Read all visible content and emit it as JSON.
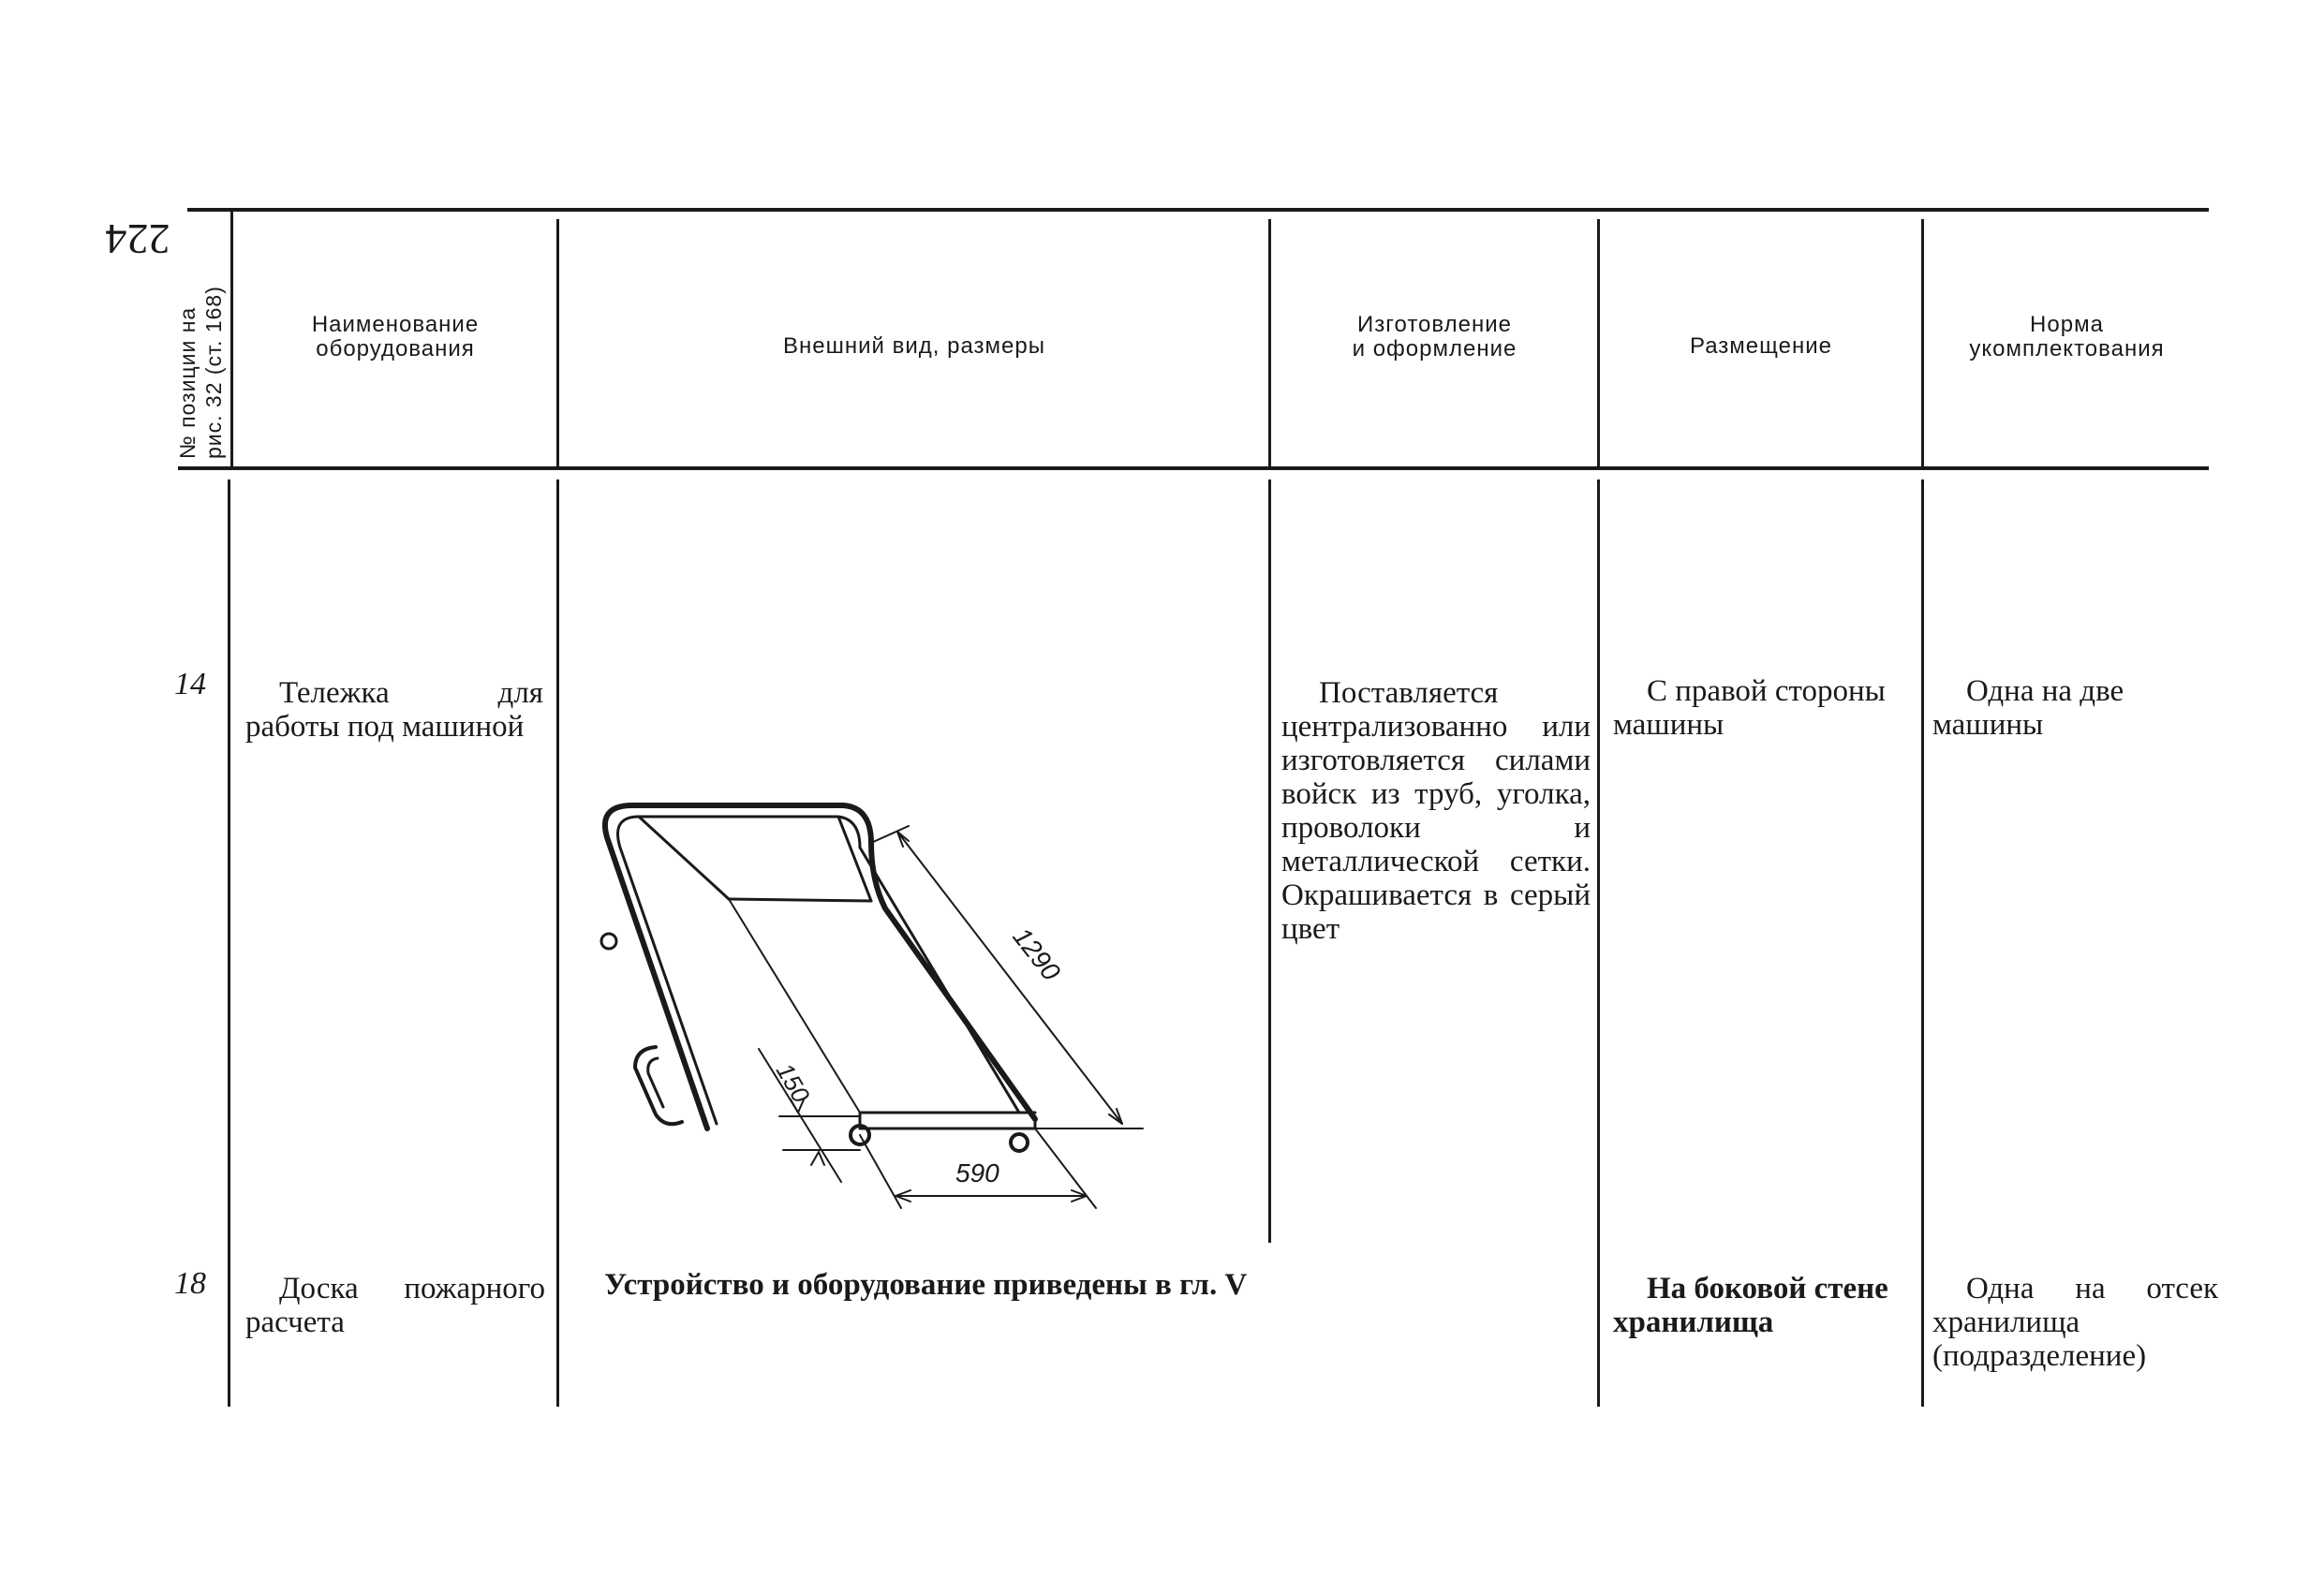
{
  "page": {
    "number": "224"
  },
  "table": {
    "headers": {
      "position": "№ позиции на\nрис. 32 (ст. 168)",
      "name": "Наименование\nоборудования",
      "appearance": "Внешний вид, размеры",
      "manufacture": "Изготовление\nи оформление",
      "placement": "Размещение",
      "norm": "Норма\nукомплектования"
    },
    "rows": [
      {
        "number": "14",
        "name": "Тележка для работы под машиной",
        "drawing": {
          "length_label": "1290",
          "height_label": "150",
          "width_label": "590"
        },
        "manufacture": "Поставляется централизованно или изготовляется силами войск из труб, уголка, проволоки и металлической сетки. Окрашивается в серый цвет",
        "placement": "С правой стороны машины",
        "norm": "Одна на две машины"
      },
      {
        "number": "18",
        "name": "Доска пожарного расчета",
        "appearance": "Устройство и оборудование приведены в гл. V",
        "placement": "На боковой стене хранилища",
        "norm": "Одна на отсек хранилища (подразделение)"
      }
    ]
  }
}
